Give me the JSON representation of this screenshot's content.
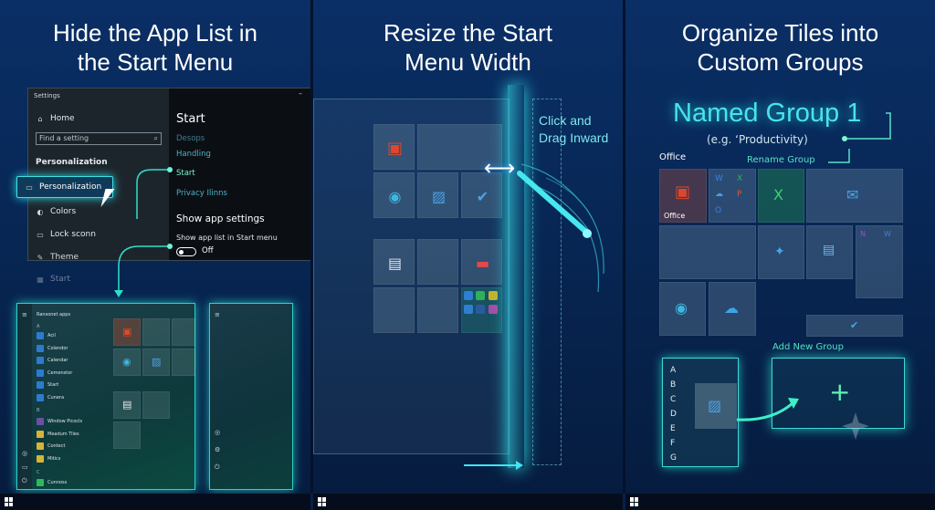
{
  "colors": {
    "accent": "#3ee0e6",
    "glow_green": "#56e3c7",
    "named_group": "#49e3ea",
    "background": "#07244f"
  },
  "panel1": {
    "heading": [
      "Hide the App List in",
      "the Start Menu"
    ],
    "settings": {
      "window_title": "Settings",
      "minimize": "–",
      "home": "Home",
      "find_placeholder": "Find a setting",
      "section": "Personalization",
      "nav": {
        "personalization": "Personalization",
        "colors": "Colors",
        "lock": "Lock sconn",
        "theme": "Theme",
        "start": "Start"
      },
      "right_title": "Start",
      "links": [
        "Desops",
        "Handling",
        "Start",
        "Privacy Ilinns"
      ],
      "show_app_settings": "Show app settings",
      "show_app_list": "Show app list in Start menu",
      "toggle_state": "Off"
    },
    "start_menu": {
      "header": "Ransonet apps",
      "letters": [
        "A",
        "B",
        "C"
      ],
      "items": [
        "Acil",
        "Colendor",
        "Calendar",
        "Cemenstor",
        "Start",
        "Cunera",
        "Window Picocls",
        "Meadum Tiles",
        "Contect",
        "Mitics",
        "Cunnoss"
      ]
    }
  },
  "panel2": {
    "heading": [
      "Resize the Start",
      "Menu Width"
    ],
    "note": [
      "Click and",
      "Drag Inward"
    ]
  },
  "panel3": {
    "heading": [
      "Organize Tiles into",
      "Custom Groups"
    ],
    "named_group": "Named Group 1",
    "example": "(e.g. ‘Productivity)",
    "rename": "Rename Group",
    "office_group": "Office",
    "office_tile": "Office",
    "add_group": "Add New Group",
    "letters": [
      "A",
      "B",
      "C",
      "D",
      "E",
      "F",
      "G"
    ]
  }
}
